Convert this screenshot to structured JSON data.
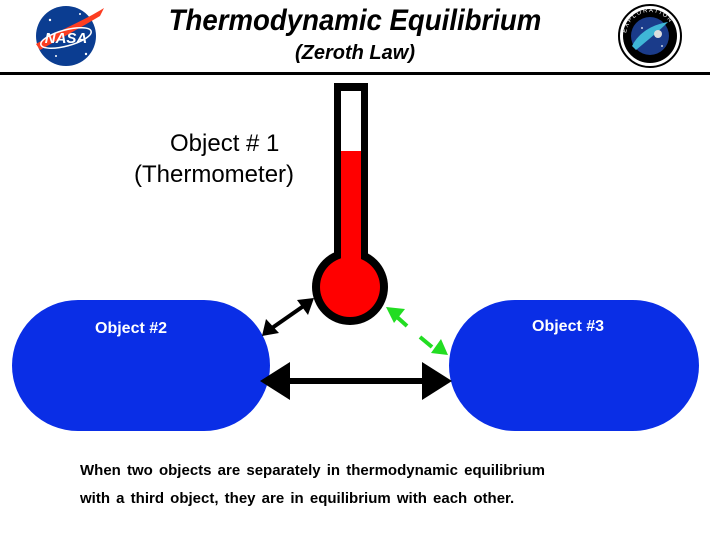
{
  "header": {
    "title": "Thermodynamic  Equilibrium",
    "subtitle": "(Zeroth  Law)",
    "left_logo_text": "NASA",
    "right_logo_text": "EXPLORATION"
  },
  "diagram": {
    "object1_line1": "Object  # 1",
    "object1_line2": "(Thermometer)",
    "object2_label": "Object  #2",
    "object3_label": "Object  #3",
    "object_color": "#0a2ee6",
    "thermometer_fill_color": "#ff0000",
    "arrow_color": "#000000",
    "dashed_arrow_color": "#22dd22"
  },
  "caption": {
    "line1": "When  two  objects  are  separately  in  thermodynamic  equilibrium",
    "line2": "with  a  third  object, they  are  in equilibrium  with  each  other."
  }
}
